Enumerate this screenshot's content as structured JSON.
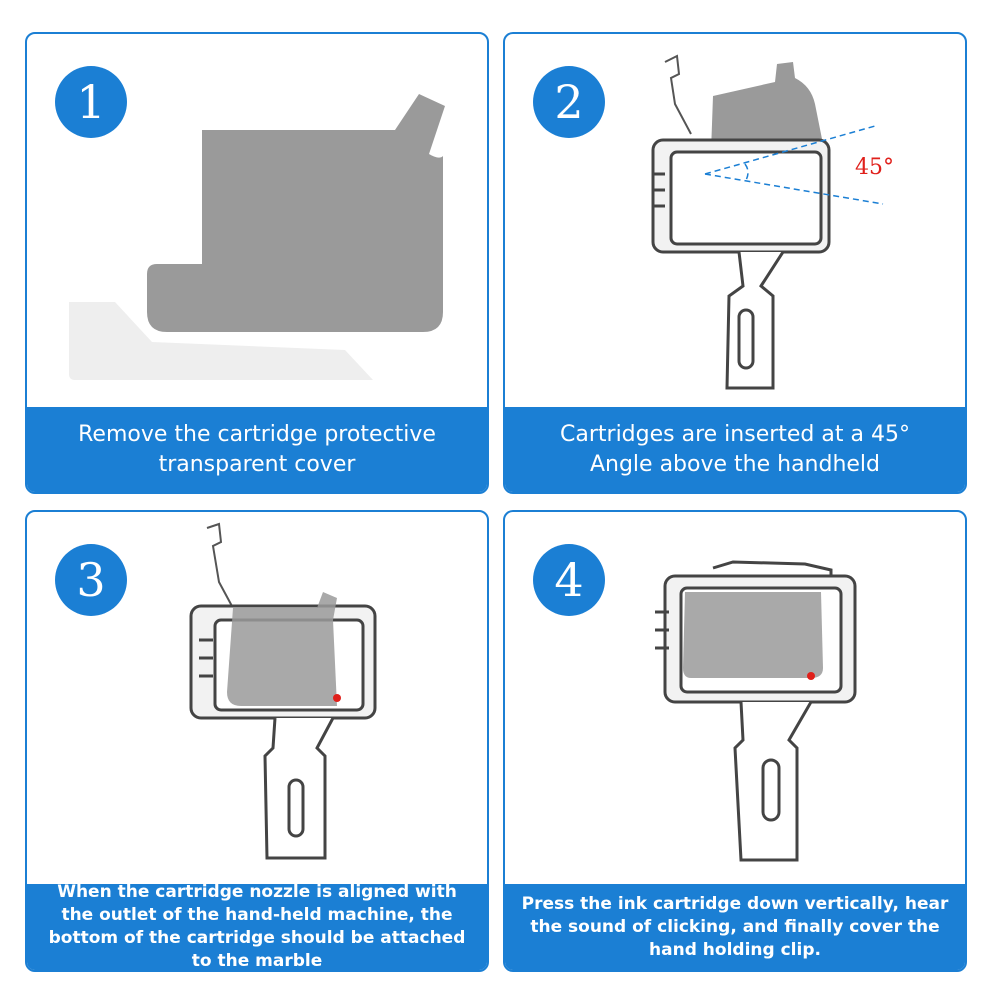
{
  "steps": [
    {
      "number": "1",
      "caption": "Remove the cartridge protective transparent cover"
    },
    {
      "number": "2",
      "caption": "Cartridges are inserted at a 45° Angle above the handheld",
      "angle_label": "45°"
    },
    {
      "number": "3",
      "caption": "When the cartridge nozzle is aligned with the outlet of the hand-held machine, the bottom of the cartridge should be attached to the marble"
    },
    {
      "number": "4",
      "caption": "Press the ink cartridge down vertically, hear the sound of clicking, and finally cover the hand holding clip."
    }
  ],
  "colors": {
    "accent": "#1b7fd4",
    "cartridge": "#9a9a9a",
    "outline": "#444444",
    "angle_text": "#e0201b"
  }
}
